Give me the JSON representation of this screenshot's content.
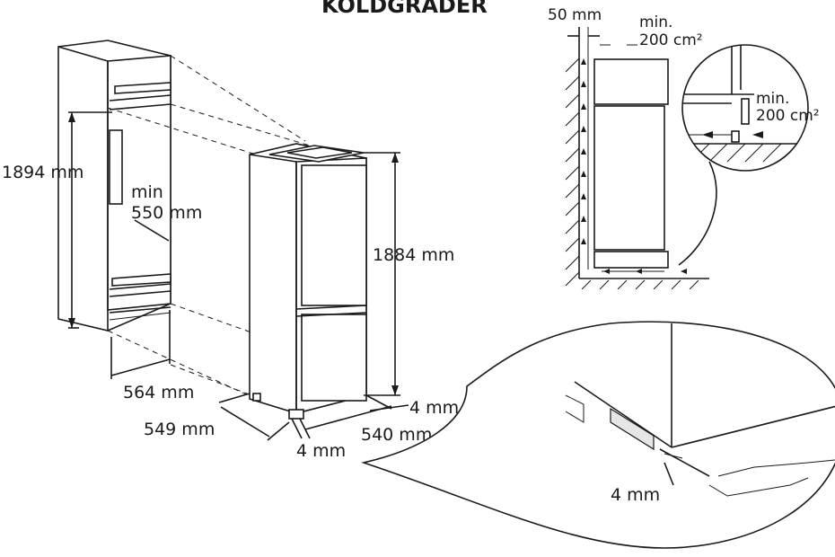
{
  "title": "KOLDGRADER",
  "cabinet": {
    "height": "1894 mm",
    "min_depth_l1": "min",
    "min_depth_l2": "550 mm",
    "width": "564 mm"
  },
  "appliance": {
    "height": "1884 mm",
    "depth": "549 mm",
    "width": "540 mm",
    "side_gap": "4 mm",
    "bottom_gap": "4 mm"
  },
  "ventilation": {
    "gap": "50 mm",
    "top_l1": "min.",
    "top_l2": "200 cm²",
    "bottom_l1": "min.",
    "bottom_l2": "200 cm²"
  },
  "detail": {
    "gap": "4 mm"
  }
}
